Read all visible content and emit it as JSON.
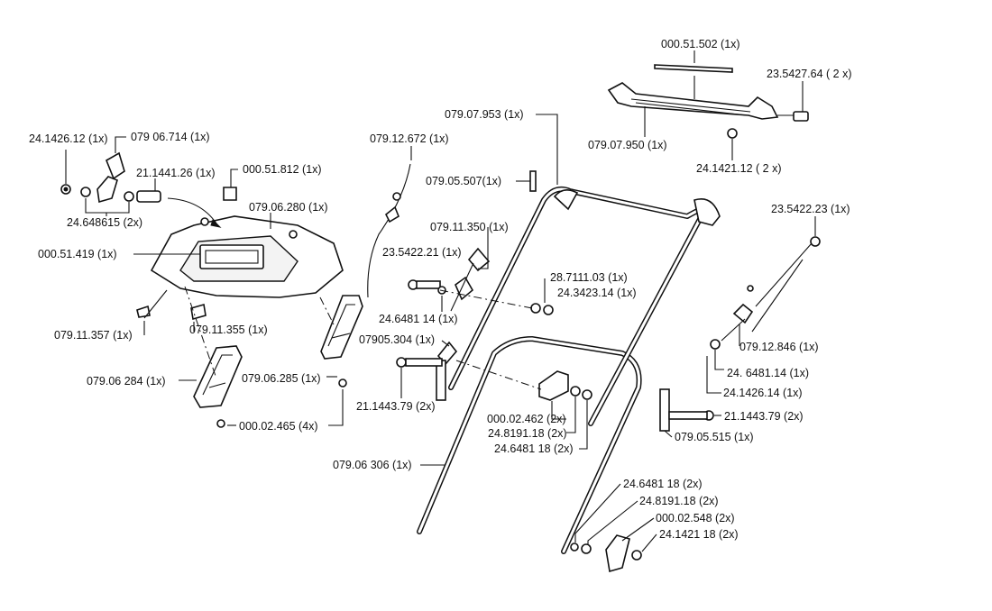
{
  "labels": [
    {
      "key": "l01",
      "text": "000.51.502 (1x)"
    },
    {
      "key": "l02",
      "text": "23.5427.64 ( 2 x)"
    },
    {
      "key": "l03",
      "text": "079.07.953 (1x)"
    },
    {
      "key": "l04",
      "text": "079.07.950 (1x)"
    },
    {
      "key": "l05",
      "text": "24.1421.12 ( 2 x)"
    },
    {
      "key": "l06",
      "text": "079.12.672 (1x)"
    },
    {
      "key": "l07",
      "text": "24.1426.12 (1x)"
    },
    {
      "key": "l08",
      "text": "079 06.714 (1x)"
    },
    {
      "key": "l09",
      "text": "000.51.812 (1x)"
    },
    {
      "key": "l10",
      "text": "21.1441.26 (1x)"
    },
    {
      "key": "l11",
      "text": "079.05.507(1x)"
    },
    {
      "key": "l12",
      "text": "079.06.280 (1x)"
    },
    {
      "key": "l13",
      "text": "24.648615 (2x)"
    },
    {
      "key": "l14",
      "text": "23.5422.23 (1x)"
    },
    {
      "key": "l15",
      "text": "079.11.350 (1x)"
    },
    {
      "key": "l16",
      "text": "000.51.419 (1x)"
    },
    {
      "key": "l17",
      "text": "23.5422.21 (1x)"
    },
    {
      "key": "l18",
      "text": "28.7111.03 (1x)"
    },
    {
      "key": "l19",
      "text": "24.3423.14 (1x)"
    },
    {
      "key": "l20",
      "text": "24.6481 14 (1x)"
    },
    {
      "key": "l21",
      "text": "079.11.357 (1x)"
    },
    {
      "key": "l22",
      "text": "079.11.355 (1x)"
    },
    {
      "key": "l23",
      "text": "07905.304 (1x)"
    },
    {
      "key": "l24",
      "text": "079.12.846 (1x)"
    },
    {
      "key": "l25",
      "text": "24. 6481.14 (1x)"
    },
    {
      "key": "l26",
      "text": "079.06 284 (1x)"
    },
    {
      "key": "l27",
      "text": "079.06.285 (1x)"
    },
    {
      "key": "l28",
      "text": "24.1426.14 (1x)"
    },
    {
      "key": "l29",
      "text": "21.1443.79 (2x)"
    },
    {
      "key": "l30",
      "text": "21.1443.79 (2x)"
    },
    {
      "key": "l31",
      "text": "000.02.465 (4x)"
    },
    {
      "key": "l32",
      "text": "000.02.462 (2x)"
    },
    {
      "key": "l33",
      "text": "24.8191.18 (2x)"
    },
    {
      "key": "l34",
      "text": "079.05.515 (1x)"
    },
    {
      "key": "l35",
      "text": "24.6481 18 (2x)"
    },
    {
      "key": "l36",
      "text": "079.06 306 (1x)"
    },
    {
      "key": "l37",
      "text": "24.6481 18 (2x)"
    },
    {
      "key": "l38",
      "text": "24.8191.18 (2x)"
    },
    {
      "key": "l39",
      "text": "000.02.548 (2x)"
    },
    {
      "key": "l40",
      "text": "24.1421 18 (2x)"
    }
  ]
}
